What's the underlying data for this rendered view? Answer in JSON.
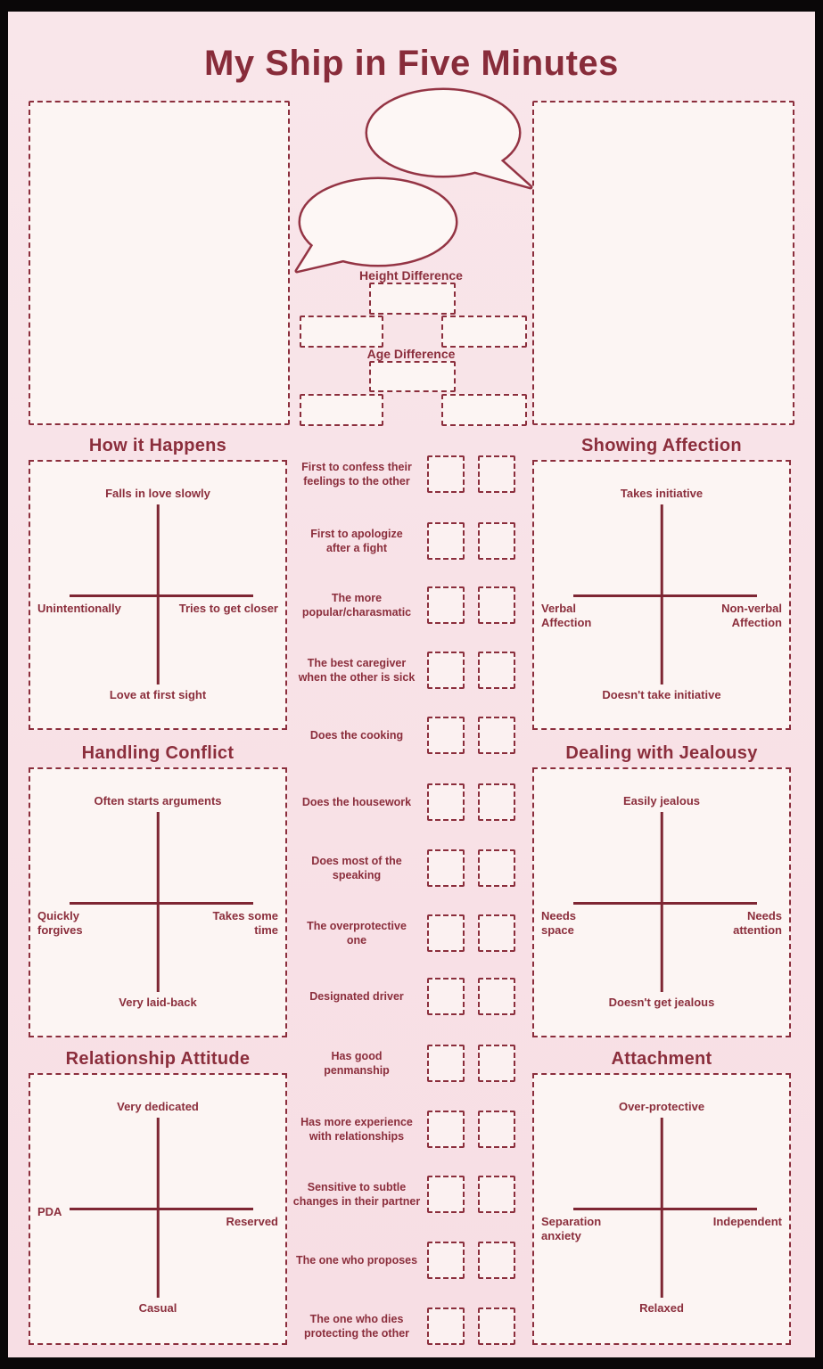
{
  "title": "My Ship in Five Minutes",
  "colors": {
    "background": "#f8e2e7",
    "ink": "#8b2e3c",
    "line": "#7e2633",
    "box_fill": "#fcf5f3",
    "frame": "#0a0708"
  },
  "top_section": {
    "height_difference_label": "Height Difference",
    "age_difference_label": "Age Difference"
  },
  "quadrants": [
    {
      "title": "How it Happens",
      "top": "Falls in love slowly",
      "left": "Unintentionally",
      "right": "Tries to get closer",
      "bottom": "Love at first sight"
    },
    {
      "title": "Showing Affection",
      "top": "Takes initiative",
      "left": "Verbal\nAffection",
      "right": "Non-verbal\nAffection",
      "bottom": "Doesn't take initiative"
    },
    {
      "title": "Handling Conflict",
      "top": "Often starts arguments",
      "left": "Quickly\nforgives",
      "right": "Takes some\ntime",
      "bottom": "Very laid-back"
    },
    {
      "title": "Dealing with Jealousy",
      "top": "Easily jealous",
      "left": "Needs\nspace",
      "right": "Needs\nattention",
      "bottom": "Doesn't get jealous"
    },
    {
      "title": "Relationship Attitude",
      "top": "Very dedicated",
      "left": "PDA",
      "right": "Reserved",
      "bottom": "Casual"
    },
    {
      "title": "Attachment",
      "top": "Over-protective",
      "left": "Separation\nanxiety",
      "right": "Independent",
      "bottom": "Relaxed"
    }
  ],
  "checklist": {
    "items": [
      {
        "label": "First to confess their\nfeelings to the other"
      },
      {
        "label": "First to apologize\nafter a fight"
      },
      {
        "label": "The more\npopular/charasmatic"
      },
      {
        "label": "The best caregiver\nwhen the other is sick"
      },
      {
        "label": "Does the cooking"
      },
      {
        "label": "Does the housework"
      },
      {
        "label": "Does most of the\nspeaking"
      },
      {
        "label": "The overprotective\none"
      },
      {
        "label": "Designated driver"
      },
      {
        "label": "Has good\npenmanship"
      },
      {
        "label": "Has more experience\nwith relationships"
      },
      {
        "label": "Sensitive to subtle\nchanges in their partner"
      },
      {
        "label": "The one who proposes"
      },
      {
        "label": "The one who dies\nprotecting the other"
      }
    ]
  }
}
